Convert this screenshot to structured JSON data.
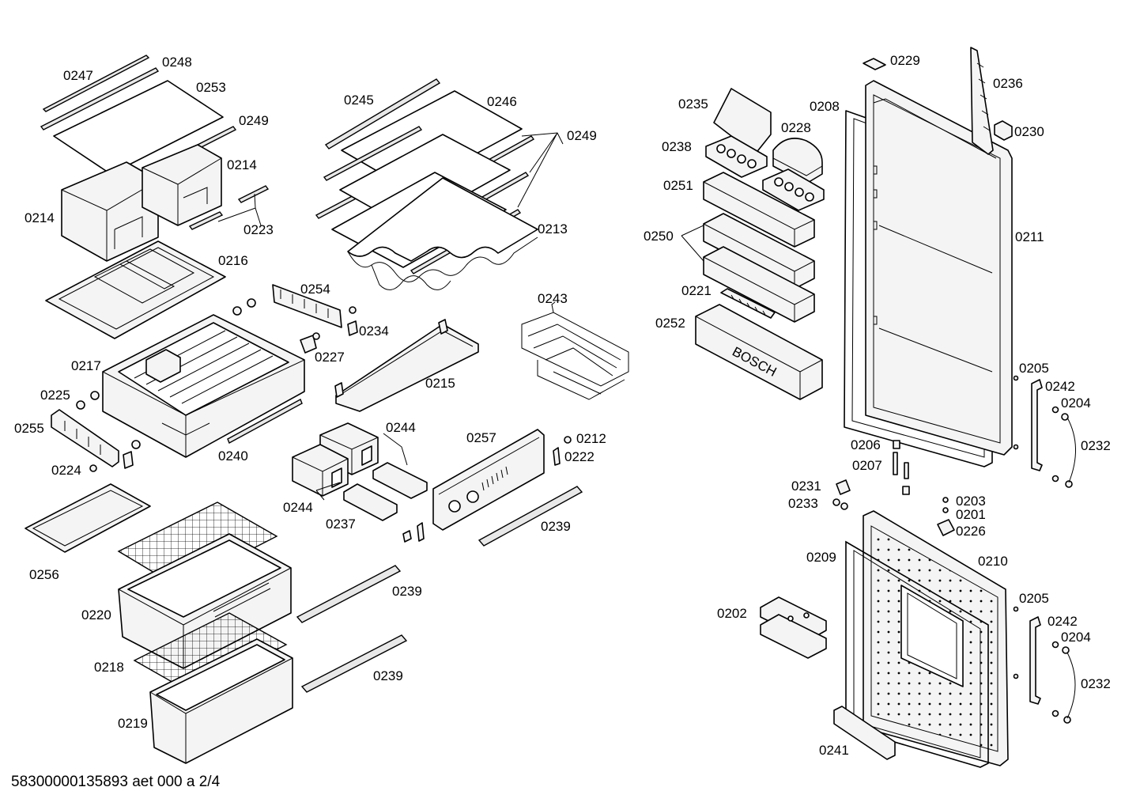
{
  "document_id": "58300000135893 aet 000 a 2/4",
  "brand_mark": "BOSCH",
  "labels": {
    "l0247": "0247",
    "l0248": "0248",
    "l0253": "0253",
    "l0249a": "0249",
    "l0214a": "0214",
    "l0214b": "0214",
    "l0223": "0223",
    "l0216": "0216",
    "l0254": "0254",
    "l0234": "0234",
    "l0227": "0227",
    "l0217": "0217",
    "l0225": "0225",
    "l0255": "0255",
    "l0224": "0224",
    "l0240": "0240",
    "l0256": "0256",
    "l0220": "0220",
    "l0218": "0218",
    "l0219": "0219",
    "l0239a": "0239",
    "l0239b": "0239",
    "l0239c": "0239",
    "l0245": "0245",
    "l0246": "0246",
    "l0249b": "0249",
    "l0213": "0213",
    "l0243": "0243",
    "l0215": "0215",
    "l0244a": "0244",
    "l0244b": "0244",
    "l0237": "0237",
    "l0257": "0257",
    "l0212": "0212",
    "l0222": "0222",
    "l0235": "0235",
    "l0228": "0228",
    "l0238": "0238",
    "l0251": "0251",
    "l0250": "0250",
    "l0221": "0221",
    "l0252": "0252",
    "l0229": "0229",
    "l0236": "0236",
    "l0208": "0208",
    "l0230": "0230",
    "l0211": "0211",
    "l0205a": "0205",
    "l0242a": "0242",
    "l0204a": "0204",
    "l0232a": "0232",
    "l0206": "0206",
    "l0207": "0207",
    "l0231": "0231",
    "l0233": "0233",
    "l0203": "0203",
    "l0201": "0201",
    "l0226": "0226",
    "l0209": "0209",
    "l0210": "0210",
    "l0202": "0202",
    "l0205b": "0205",
    "l0242b": "0242",
    "l0204b": "0204",
    "l0232b": "0232",
    "l0241": "0241"
  }
}
